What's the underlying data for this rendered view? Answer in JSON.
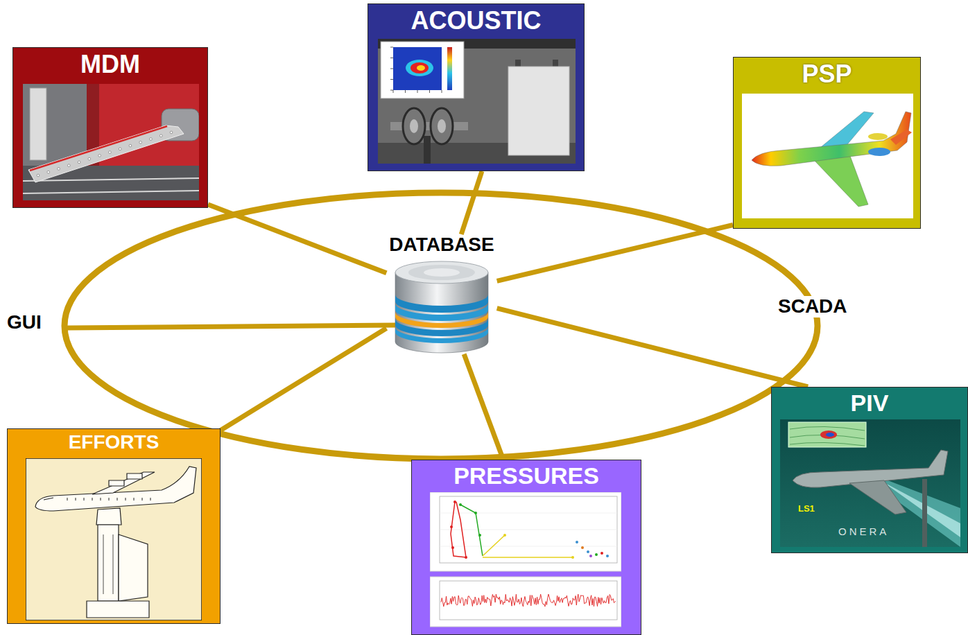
{
  "diagram": {
    "nodes": [
      {
        "text": [
          "MDM"
        ]
      },
      {
        "text": [
          "ACOUSTIC"
        ]
      },
      {
        "text": [
          "PSP"
        ]
      },
      {
        "text": [
          "DATABASE"
        ]
      },
      {
        "text": [
          "EFFORTS"
        ]
      },
      {
        "text": [
          "PRESSURES"
        ]
      },
      {
        "text": [
          "PIV"
        ]
      }
    ],
    "edges": [
      {
        "from": 3,
        "to": 0,
        "arrow": "none"
      },
      {
        "from": 3,
        "to": 1,
        "arrow": "none"
      },
      {
        "from": 3,
        "to": 2,
        "arrow": "none"
      },
      {
        "from": 3,
        "to": 6,
        "arrow": "none"
      },
      {
        "from": 3,
        "to": 5,
        "arrow": "none"
      },
      {
        "from": 3,
        "to": 4,
        "arrow": "none"
      }
    ],
    "labels": [
      "GUI",
      "SCADA",
      "LS1",
      "ONERA"
    ]
  }
}
